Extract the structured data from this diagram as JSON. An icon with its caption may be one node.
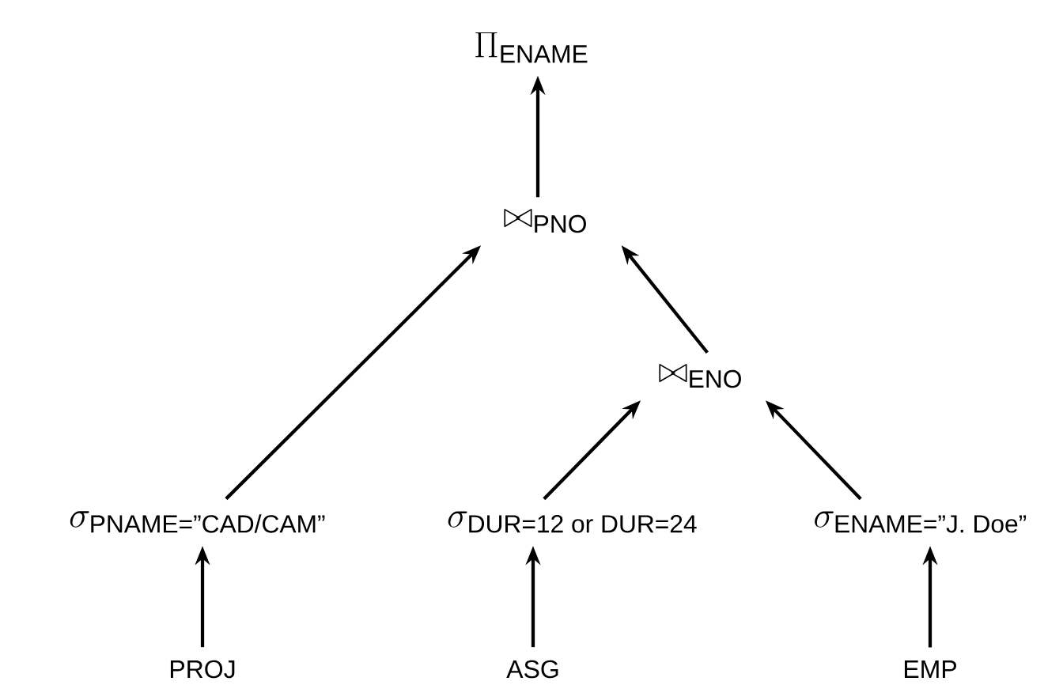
{
  "diagram": {
    "nodes": [
      {
        "text": [
          "\\Pi_{\\text{ENAME}}"
        ]
      },
      {
        "text": [
          "\\bowtie_{\\text{PNO}}"
        ]
      },
      {
        "text": [
          "\\bowtie_{\\text{ENO}}"
        ]
      },
      {
        "text": [
          "\\sigma_{\\text{PNAME=\"CAD/CAM\"}}"
        ]
      },
      {
        "text": [
          "\\sigma_{\\text{DUR=12 or DUR=24}}"
        ]
      },
      {
        "text": [
          "\\sigma_{\\text{ENAME=\"J. Doe\"}}"
        ]
      },
      {
        "text": [
          "PROJ"
        ]
      },
      {
        "text": [
          "ASG"
        ]
      },
      {
        "text": [
          "EMP"
        ]
      }
    ],
    "edges": [
      {
        "from": 1,
        "to": 0,
        "arrow": "to"
      },
      {
        "from": 3,
        "to": 1,
        "arrow": "to"
      },
      {
        "from": 2,
        "to": 1,
        "arrow": "to"
      },
      {
        "from": 4,
        "to": 2,
        "arrow": "to"
      },
      {
        "from": 5,
        "to": 2,
        "arrow": "to"
      },
      {
        "from": 6,
        "to": 3,
        "arrow": "to"
      },
      {
        "from": 7,
        "to": 4,
        "arrow": "to"
      },
      {
        "from": 8,
        "to": 5,
        "arrow": "to"
      }
    ]
  }
}
